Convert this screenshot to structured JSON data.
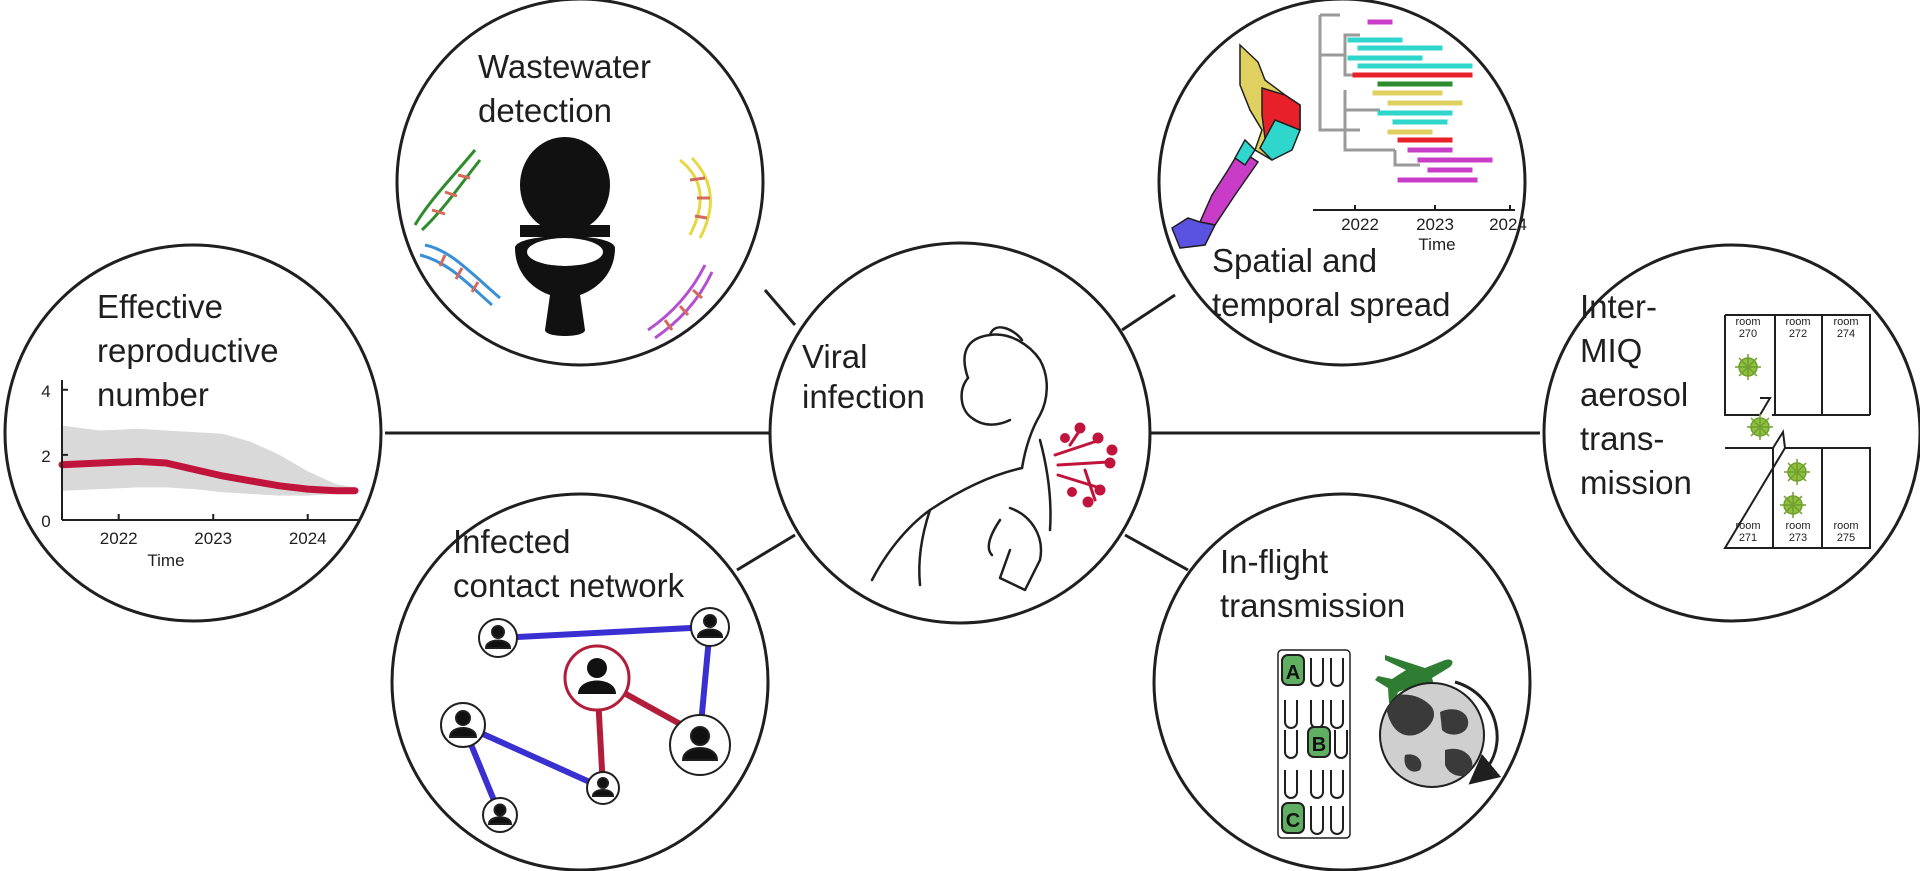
{
  "center": {
    "title_lines": [
      "Viral",
      "infection"
    ]
  },
  "wastewater": {
    "title_lines": [
      "Wastewater",
      "detection"
    ]
  },
  "spatial": {
    "title_lines": [
      "Spatial and",
      "temporal spread"
    ],
    "tree_ticks": [
      "2022",
      "2023",
      "2024"
    ],
    "tree_xlabel": "Time"
  },
  "reproductive": {
    "title_lines": [
      "Effective",
      "reproductive",
      "number"
    ],
    "xlabel": "Time"
  },
  "contact": {
    "title_lines": [
      "Infected",
      "contact network"
    ]
  },
  "inflight": {
    "title_lines": [
      "In-flight",
      "transmission"
    ],
    "seat_labels": [
      "A",
      "B",
      "C"
    ]
  },
  "miq": {
    "title_lines": [
      "Inter-",
      "MIQ",
      "aerosol",
      "trans-",
      "mission"
    ],
    "room_word": "room",
    "top_rooms": [
      "270",
      "272",
      "274"
    ],
    "bottom_rooms": [
      "271",
      "273",
      "275"
    ]
  },
  "colors": {
    "rt_line": "#c0143c",
    "rt_band": "#d9d9d9",
    "contact_edge_blue": "#3a2fd0",
    "contact_edge_red": "#b21e3a",
    "virus_green": "#8fbf3f",
    "plane_green": "#2f7d32",
    "seat_highlight": "#5fae62"
  },
  "chart_data": {
    "type": "line",
    "x": [
      2021.4,
      2021.8,
      2022.2,
      2022.5,
      2022.8,
      2023.1,
      2023.4,
      2023.7,
      2024.0,
      2024.3,
      2024.5
    ],
    "series": [
      {
        "values": [
          1.7,
          1.75,
          1.8,
          1.75,
          1.55,
          1.35,
          1.2,
          1.05,
          0.95,
          0.9,
          0.9
        ]
      }
    ],
    "band_upper": [
      2.9,
      2.75,
      2.8,
      2.75,
      2.7,
      2.65,
      2.4,
      2.0,
      1.5,
      1.1,
      1.0
    ],
    "band_lower": [
      0.9,
      0.95,
      1.0,
      1.0,
      0.95,
      0.85,
      0.8,
      0.75,
      0.75,
      0.8,
      0.8
    ],
    "x_ticks": [
      2022,
      2023,
      2024
    ],
    "y_ticks": [
      0,
      2,
      4
    ],
    "xlim": [
      2021.4,
      2024.5
    ],
    "ylim": [
      0,
      4.3
    ],
    "xlabel": "Time",
    "ylabel": ""
  }
}
